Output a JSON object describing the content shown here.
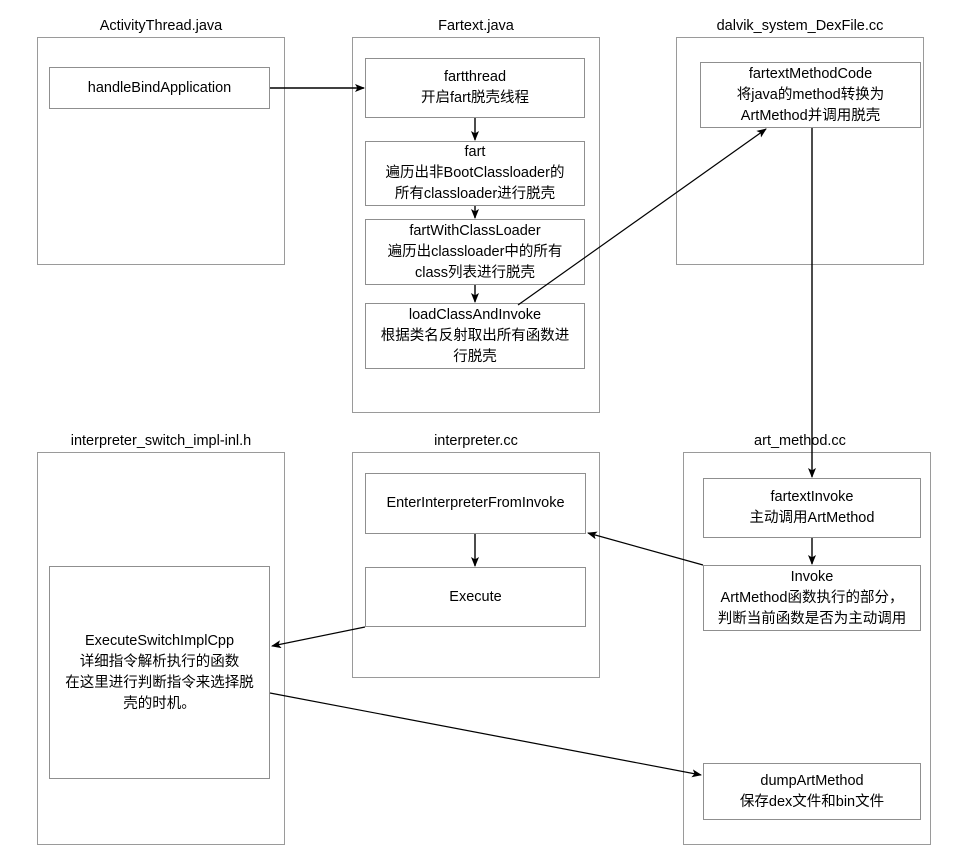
{
  "diagram": {
    "title_note": "FART unpacking call-flow across Android framework and ART runtime source files",
    "groups": [
      {
        "id": "activity_thread",
        "label": "ActivityThread.java",
        "nodes": [
          {
            "id": "handleBindApplication",
            "lines": [
              "handleBindApplication"
            ]
          }
        ]
      },
      {
        "id": "fartext_java",
        "label": "Fartext.java",
        "nodes": [
          {
            "id": "fartthread",
            "lines": [
              "fartthread",
              "开启fart脱壳线程"
            ]
          },
          {
            "id": "fart",
            "lines": [
              "fart",
              "遍历出非BootClassloader的",
              "所有classloader进行脱壳"
            ]
          },
          {
            "id": "fartWithClassLoader",
            "lines": [
              "fartWithClassLoader",
              "遍历出classloader中的所有",
              "class列表进行脱壳"
            ]
          },
          {
            "id": "loadClassAndInvoke",
            "lines": [
              "loadClassAndInvoke",
              "根据类名反射取出所有函数进",
              "行脱壳"
            ]
          }
        ]
      },
      {
        "id": "dalvik_dexfile",
        "label": "dalvik_system_DexFile.cc",
        "nodes": [
          {
            "id": "fartextMethodCode",
            "lines": [
              "fartextMethodCode",
              "将java的method转换为",
              "ArtMethod并调用脱壳"
            ]
          }
        ]
      },
      {
        "id": "interpreter_switch",
        "label": "interpreter_switch_impl-inl.h",
        "nodes": [
          {
            "id": "ExecuteSwitchImplCpp",
            "lines": [
              "ExecuteSwitchImplCpp",
              "详细指令解析执行的函数",
              "在这里进行判断指令来选择脱",
              "壳的时机。"
            ]
          }
        ]
      },
      {
        "id": "interpreter_cc",
        "label": "interpreter.cc",
        "nodes": [
          {
            "id": "EnterInterpreterFromInvoke",
            "lines": [
              "EnterInterpreterFromInvoke"
            ]
          },
          {
            "id": "Execute",
            "lines": [
              "Execute"
            ]
          }
        ]
      },
      {
        "id": "art_method_cc",
        "label": "art_method.cc",
        "nodes": [
          {
            "id": "fartextInvoke",
            "lines": [
              "fartextInvoke",
              "主动调用ArtMethod"
            ]
          },
          {
            "id": "Invoke",
            "lines": [
              "Invoke",
              "ArtMethod函数执行的部分，",
              "判断当前函数是否为主动调用"
            ]
          },
          {
            "id": "dumpArtMethod",
            "lines": [
              "dumpArtMethod",
              "保存dex文件和bin文件"
            ]
          }
        ]
      }
    ],
    "edges": [
      {
        "id": "e1",
        "from": "handleBindApplication",
        "to": "fartthread"
      },
      {
        "id": "e2",
        "from": "fartthread",
        "to": "fart"
      },
      {
        "id": "e3",
        "from": "fart",
        "to": "fartWithClassLoader"
      },
      {
        "id": "e4",
        "from": "fartWithClassLoader",
        "to": "loadClassAndInvoke"
      },
      {
        "id": "e5",
        "from": "loadClassAndInvoke",
        "to": "fartextMethodCode"
      },
      {
        "id": "e6",
        "from": "fartextMethodCode",
        "to": "fartextInvoke"
      },
      {
        "id": "e7",
        "from": "fartextInvoke",
        "to": "Invoke"
      },
      {
        "id": "e8",
        "from": "Invoke",
        "to": "EnterInterpreterFromInvoke"
      },
      {
        "id": "e9",
        "from": "EnterInterpreterFromInvoke",
        "to": "Execute"
      },
      {
        "id": "e10",
        "from": "Execute",
        "to": "ExecuteSwitchImplCpp"
      },
      {
        "id": "e11",
        "from": "ExecuteSwitchImplCpp",
        "to": "dumpArtMethod"
      }
    ],
    "colors": {
      "background": "#ffffff",
      "group_border": "#9a9a9a",
      "node_border": "#8f8f8f",
      "edge": "#000000",
      "text": "#000000"
    }
  }
}
